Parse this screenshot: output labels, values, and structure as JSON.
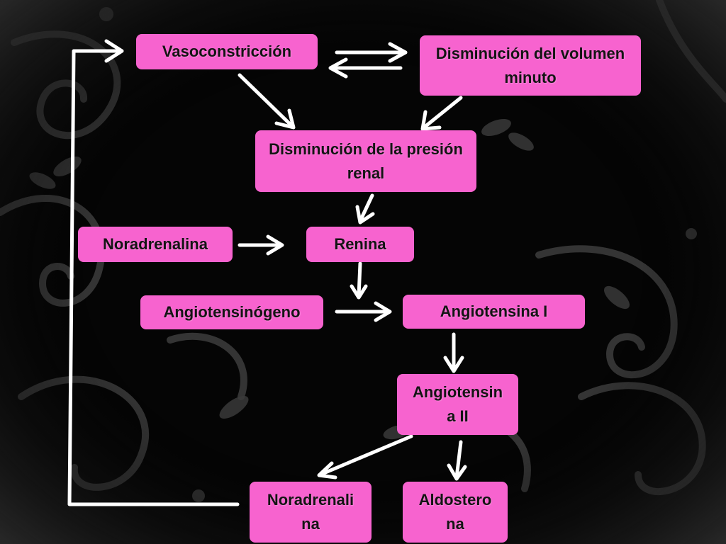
{
  "diagram": {
    "nodes": {
      "vasoconstriccion": "Vasoconstricción",
      "disminucion_volumen": "Disminución del volumen minuto",
      "disminucion_presion": "Disminución de la presión renal",
      "noradrenalina_top": "Noradrenalina",
      "renina": "Renina",
      "angiotensinogeno": "Angiotensinógeno",
      "angiotensina_1": "Angiotensina I",
      "angiotensina_2": "Angiotensin a II",
      "noradrenalina_bottom": "Noradrenali na",
      "aldosterona": "Aldostero na"
    },
    "colors": {
      "node_fill": "#f763cf",
      "text": "#141414",
      "arrow": "#ffffff",
      "background": "#050505",
      "ornament": "#3a3a3a"
    }
  }
}
